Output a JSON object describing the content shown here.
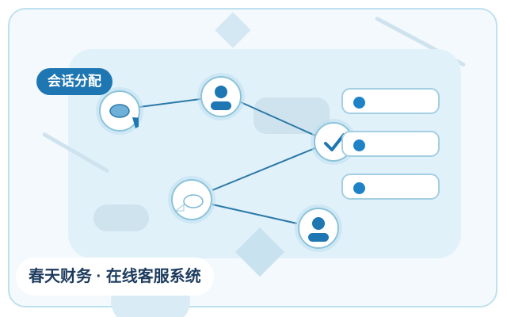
{
  "badge": {
    "label": "会话分配"
  },
  "footer": {
    "title": "春天财务 · 在线客服系统"
  },
  "icons": {
    "chat_bubble": "chat-bubble-icon",
    "agent": "user-avatar-icon",
    "check": "checkmark-icon",
    "chat_outline": "chat-outline-icon"
  },
  "list": {
    "rows": 3
  },
  "colors": {
    "accent": "#1e76b2",
    "dot": "#1f82c7",
    "line": "#2a79a8",
    "background": "#f3f9fd",
    "panel": "#e1f1fa",
    "title_text": "#1d3b5e"
  }
}
